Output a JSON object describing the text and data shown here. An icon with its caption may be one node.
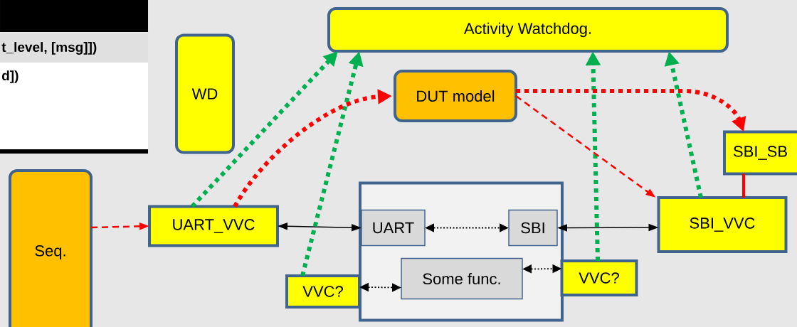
{
  "diagram": {
    "nodes": [
      {
        "text": [
          "Activity Watchdog."
        ]
      },
      {
        "text": [
          "WD"
        ]
      },
      {
        "text": [
          "DUT model"
        ]
      },
      {
        "text": [
          "SBI_SB"
        ]
      },
      {
        "text": [
          "Seq."
        ]
      },
      {
        "text": [
          "UART_VVC"
        ]
      },
      {
        "text": [],
        "shape": "box"
      },
      {
        "text": [
          "UART"
        ],
        "in": 6
      },
      {
        "text": [
          "SBI"
        ],
        "in": 6
      },
      {
        "text": [
          "Some func."
        ],
        "in": 6
      },
      {
        "text": [
          "VVC?"
        ]
      },
      {
        "text": [
          "VVC?"
        ]
      },
      {
        "text": [
          "SBI_VVC"
        ]
      }
    ],
    "edges": [
      {
        "from": 4,
        "to": 5,
        "arrow": "to",
        "style": "dashed",
        "color": "#ff0000"
      },
      {
        "from": 5,
        "to": 7,
        "arrow": "both",
        "color": "#000000"
      },
      {
        "from": 7,
        "to": 8,
        "arrow": "both",
        "style": "dashed",
        "color": "#000000"
      },
      {
        "from": 8,
        "to": 12,
        "arrow": "both",
        "color": "#000000"
      },
      {
        "from": 10,
        "to": 9,
        "arrow": "both",
        "style": "dashed",
        "color": "#000000"
      },
      {
        "from": 9,
        "to": 11,
        "arrow": "both",
        "style": "dashed",
        "color": "#000000"
      },
      {
        "from": 5,
        "to": 0,
        "arrow": "to",
        "style": "dashed",
        "color": "#00b050"
      },
      {
        "from": 10,
        "to": 0,
        "arrow": "to",
        "style": "dashed",
        "color": "#00b050"
      },
      {
        "from": 11,
        "to": 0,
        "arrow": "to",
        "style": "dashed",
        "color": "#00b050"
      },
      {
        "from": 12,
        "to": 0,
        "arrow": "to",
        "style": "dashed",
        "color": "#00b050"
      },
      {
        "from": 5,
        "to": 2,
        "arrow": "to",
        "style": "dashed",
        "color": "#ff0000"
      },
      {
        "from": 2,
        "to": 3,
        "arrow": "to",
        "style": "dashed",
        "color": "#ff0000"
      },
      {
        "from": 2,
        "to": 12,
        "arrow": "to",
        "style": "dashed",
        "color": "#ff0000"
      },
      {
        "from": 3,
        "to": 12,
        "arrow": "none",
        "color": "#ff0000"
      }
    ],
    "labels": [
      "t_level, [msg]])",
      "d])"
    ]
  }
}
